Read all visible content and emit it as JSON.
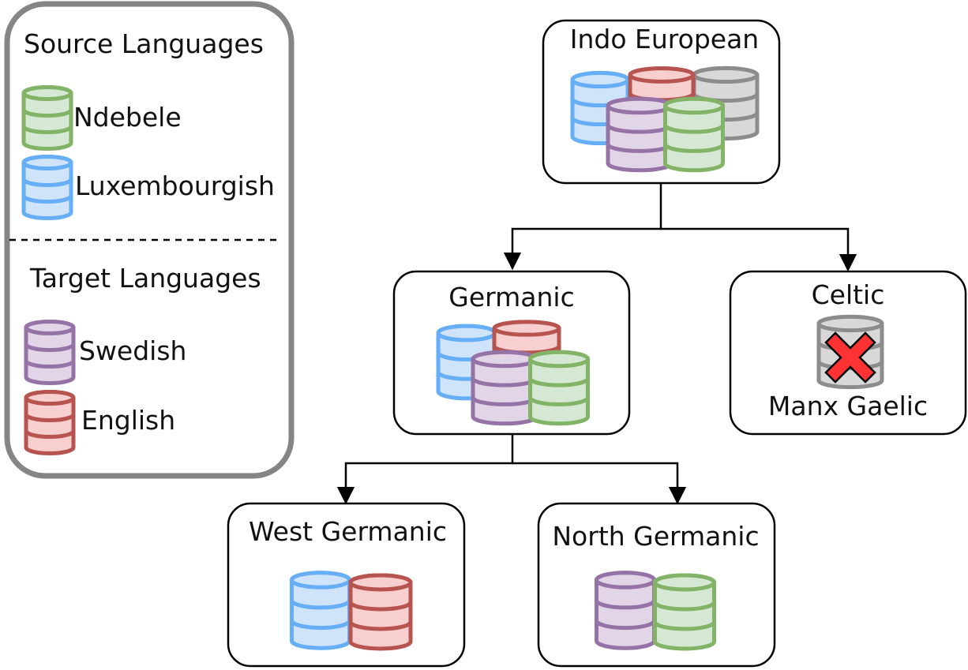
{
  "legend": {
    "source_title": "Source Languages",
    "source_items": [
      {
        "label": "Ndebele",
        "color": "green"
      },
      {
        "label": "Luxembourgish",
        "color": "blue"
      }
    ],
    "target_title": "Target Languages",
    "target_items": [
      {
        "label": "Swedish",
        "color": "purple"
      },
      {
        "label": "English",
        "color": "red"
      }
    ]
  },
  "colors": {
    "blue": {
      "fill": "#cfe3fb",
      "stroke": "#66aef5"
    },
    "red": {
      "fill": "#f7cfcf",
      "stroke": "#b85450"
    },
    "gray": {
      "fill": "#d8d8d8",
      "stroke": "#8c8c8c"
    },
    "purple": {
      "fill": "#e1d5e7",
      "stroke": "#9673a6"
    },
    "green": {
      "fill": "#d5e8d4",
      "stroke": "#82b366"
    },
    "legend_border": "#858585",
    "cross_fill": "#ff3333"
  },
  "tree": {
    "root": {
      "label": "Indo European",
      "datasets": [
        "blue",
        "red",
        "gray",
        "purple",
        "green"
      ]
    },
    "germanic": {
      "label": "Germanic",
      "datasets": [
        "blue",
        "red",
        "purple",
        "green"
      ]
    },
    "celtic": {
      "label": "Celtic",
      "sublabel": "Manx Gaelic",
      "datasets": [
        "gray"
      ],
      "unavailable": true
    },
    "west_germanic": {
      "label": "West Germanic",
      "datasets": [
        "blue",
        "red"
      ]
    },
    "north_germanic": {
      "label": "North Germanic",
      "datasets": [
        "purple",
        "green"
      ]
    }
  }
}
